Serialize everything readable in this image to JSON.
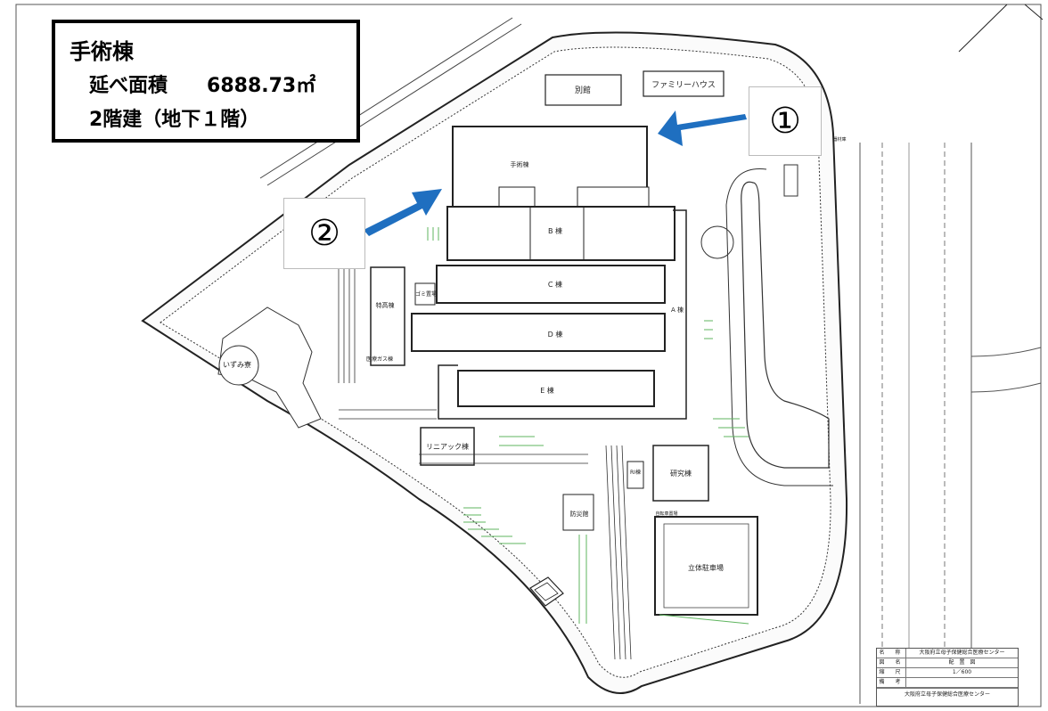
{
  "info": {
    "building": "手術棟",
    "area_label": "延べ面積",
    "area_value": "6888.73㎡",
    "floors": "2階建（地下１階）"
  },
  "markers": {
    "entrance_1": "①",
    "entrance_2": "②"
  },
  "labels": {
    "annex": "別館",
    "family_house": "ファミリーハウス",
    "surgery": "手術棟",
    "b_wing": "B 棟",
    "c_wing": "C 棟",
    "d_wing": "D 棟",
    "e_wing": "E 棟",
    "a_wing": "A 棟",
    "special": "特高棟",
    "izumi": "いずみ寮",
    "linac": "リニアック棟",
    "research": "研究棟",
    "parking": "立体駐車場",
    "disaster": "防災館",
    "r_wing": "RI棟",
    "gas": "医療ガス棟",
    "garbage": "ゴミ置場",
    "bicycle": "自転車置場",
    "parts_store": "器材庫"
  },
  "title_block": {
    "name_key": "名　称",
    "name_val": "大阪府立母子保健総合医療センター",
    "drawing_key": "図　名",
    "drawing_val": "配　置　図",
    "scale_key": "縮　尺",
    "scale_val": "1／600",
    "remarks_key": "備　考",
    "remarks_val": "",
    "footer": "大阪府立母子保健総合医療センター"
  },
  "colors": {
    "arrow": "#1f6fc0",
    "parking_lines": "#5fb55f",
    "lines": "#222222"
  }
}
